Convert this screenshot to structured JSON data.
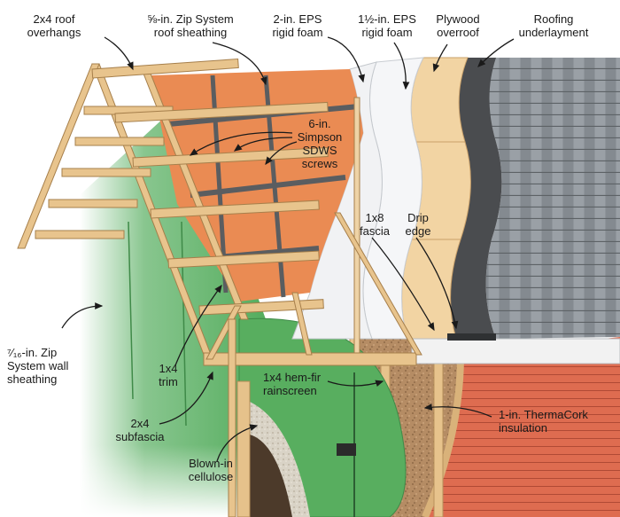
{
  "figure": {
    "labels": {
      "roof_overhangs": [
        "2x4 roof",
        "overhangs"
      ],
      "zip_roof_sheathing": [
        "⅝-in. Zip System",
        "roof sheathing"
      ],
      "eps_2in": [
        "2-in. EPS",
        "rigid foam"
      ],
      "eps_1_5in": [
        "1½-in. EPS",
        "rigid foam"
      ],
      "plywood_overroof": [
        "Plywood",
        "overroof"
      ],
      "roofing_underlayment": [
        "Roofing",
        "underlayment"
      ],
      "sdws_screws": [
        "6-in.",
        "Simpson",
        "SDWS",
        "screws"
      ],
      "fascia": [
        "1x8",
        "fascia"
      ],
      "drip_edge": [
        "Drip",
        "edge"
      ],
      "zip_wall_sheathing": [
        "⁷⁄₁₆-in. Zip",
        "System wall",
        "sheathing"
      ],
      "trim": [
        "1x4",
        "trim"
      ],
      "rainscreen": [
        "1x4 hem-fir",
        "rainscreen"
      ],
      "thermacork": [
        "1-in. ThermaCork",
        "insulation"
      ],
      "subfascia": [
        "2x4",
        "subfascia"
      ],
      "cellulose": [
        "Blown-in",
        "cellulose"
      ]
    },
    "colors": {
      "shingle": "#8e9499",
      "underlayment": "#4a4c4f",
      "plywood": "#f2d5a5",
      "foam": "#f4f5f7",
      "zip_roof": "#e98a52",
      "zip_wall": "#55ad5e",
      "lumber": "#e9c58f",
      "siding": "#df6e52",
      "cork": "#b48a62",
      "trim_white": "#f1f1f1"
    }
  }
}
